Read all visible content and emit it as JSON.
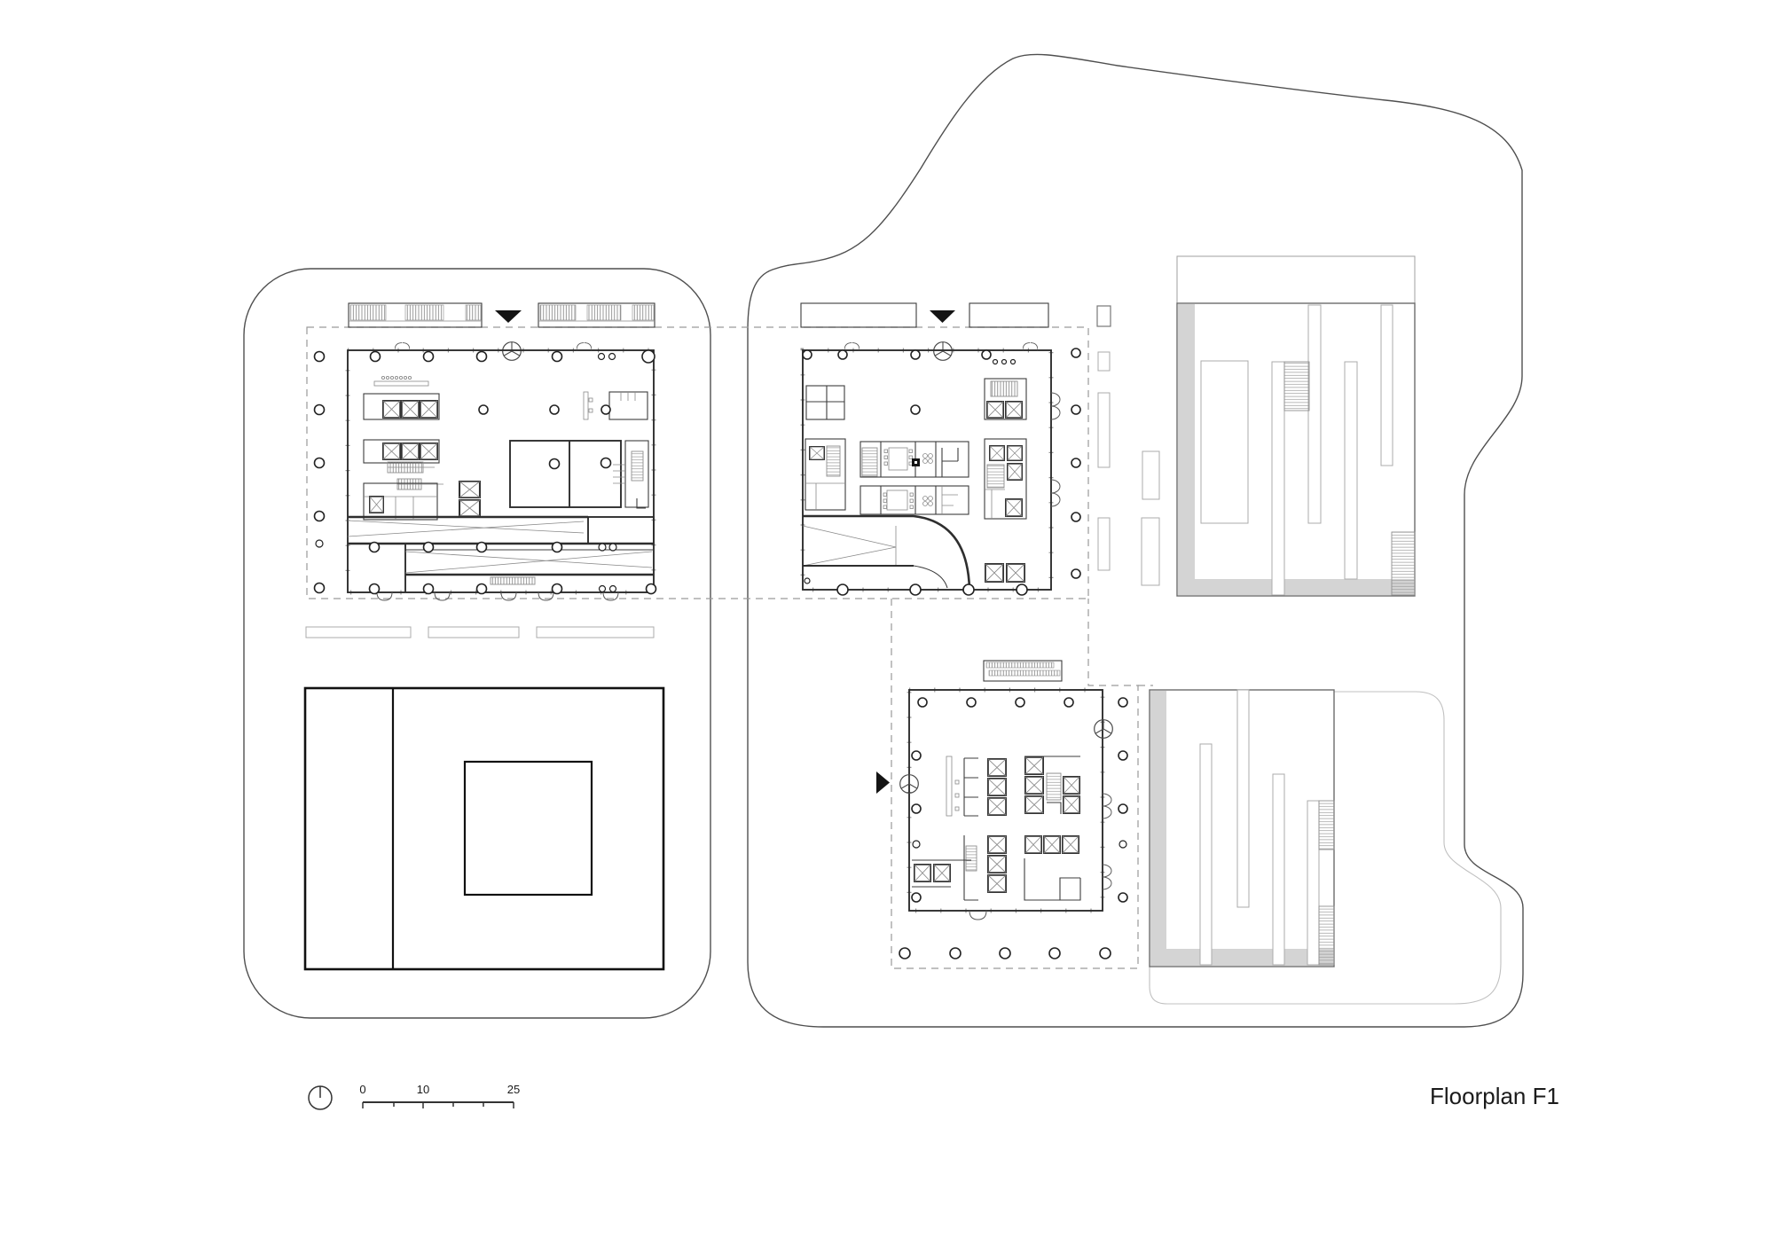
{
  "title": {
    "label": "Floorplan F1"
  },
  "scale_bar": {
    "labels": {
      "zero": "0",
      "ten": "10",
      "twentyfive": "25"
    }
  },
  "icons": {
    "north_arrow": "circle-with-three-spokes",
    "entrance_marker_down": "filled-triangle-down",
    "entrance_marker_right": "filled-triangle-right",
    "elevator": "box-with-x-cross",
    "stair": "hatched-strip",
    "column": "small-circle"
  },
  "colors": {
    "background": "#ffffff",
    "boundary_line": "#4f4f4f",
    "light_line": "#c0c0c0",
    "dashed_line": "#9a9a9a",
    "wall_line": "#2e2e2e",
    "roof_shadow_fill": "#d4d4d4",
    "text": "#1b1b1b"
  }
}
